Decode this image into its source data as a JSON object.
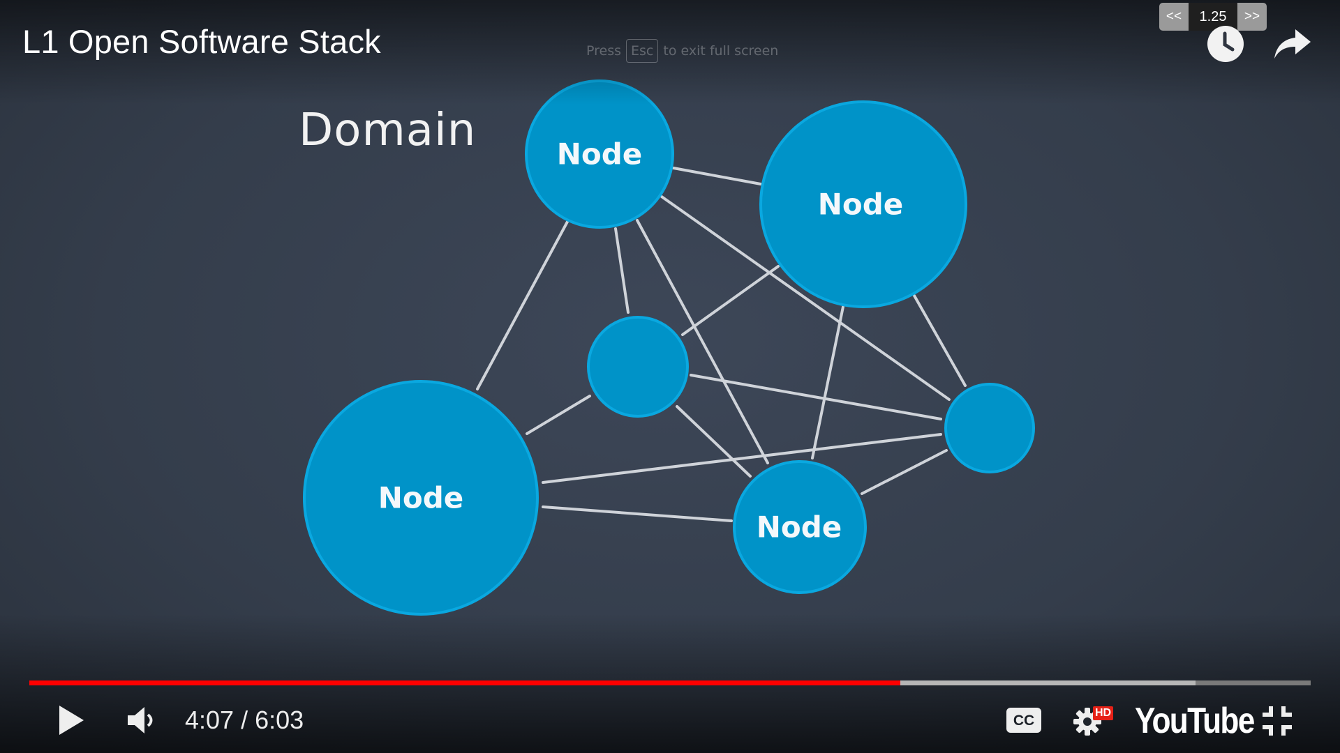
{
  "player": {
    "video_title": "L1 Open Software Stack",
    "fullscreen_hint": {
      "prefix": "Press",
      "key": "Esc",
      "suffix": "to exit full screen"
    },
    "speed": {
      "decrease_label": "<<",
      "value": "1.25",
      "increase_label": ">>"
    },
    "time_display": "4:07 / 6:03",
    "progress_played_fraction": 0.68,
    "progress_buffered_fraction": 0.91,
    "hd_badge": "HD",
    "brand": "YouTube"
  },
  "slide": {
    "heading": "Domain",
    "node_label": "Node"
  },
  "colors": {
    "node_fill": "#0093c8",
    "node_stroke": "#0aa8e0",
    "edge": "#cfd3d9",
    "progress_played": "#ff0000",
    "hd_badge": "#e62117"
  },
  "icons": {
    "play": "play-icon",
    "volume": "volume-icon",
    "captions": "cc-icon",
    "settings": "gear-icon",
    "exit_fullscreen": "exit-fullscreen-icon",
    "watch_later": "clock-icon",
    "share": "share-icon"
  }
}
